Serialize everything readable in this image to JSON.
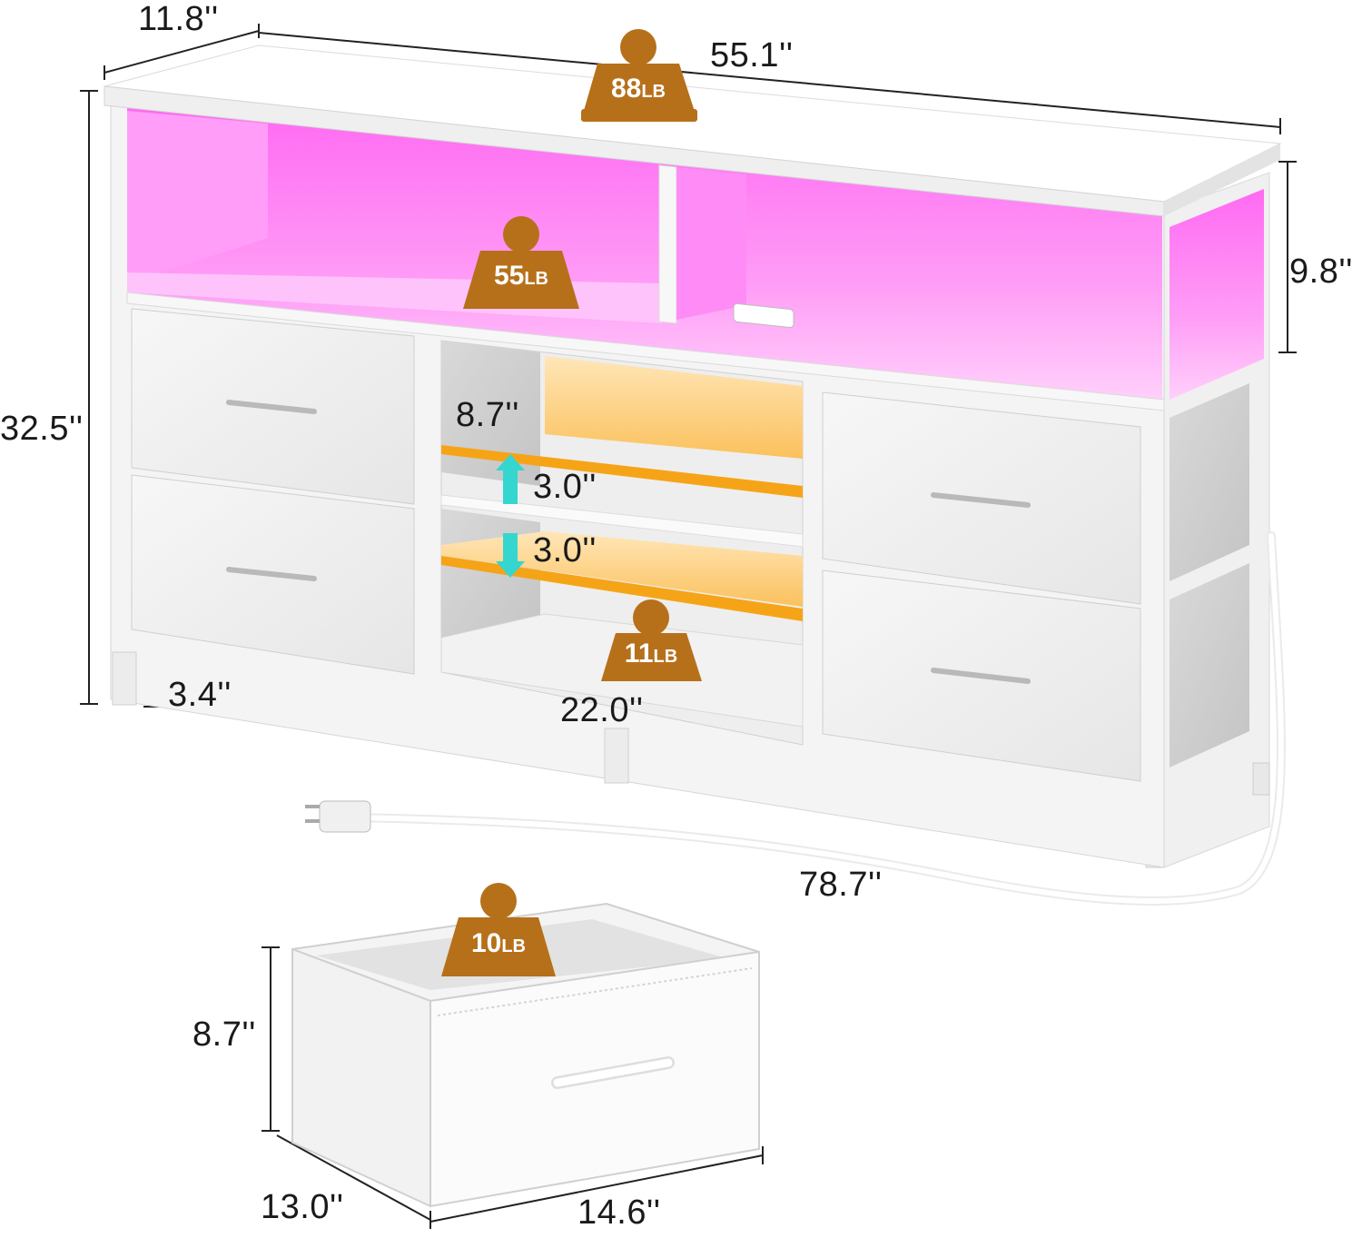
{
  "dimensions": {
    "depth": "11.8''",
    "width": "55.1''",
    "height": "32.5''",
    "top_shelf_height": "9.8''",
    "leg_height": "3.4''",
    "middle_shelf_height": "8.7''",
    "shelf_adjust_up": "3.0''",
    "shelf_adjust_down": "3.0''",
    "middle_section_width": "22.0''",
    "cord_length": "78.7''",
    "drawer_height": "8.7''",
    "drawer_depth": "13.0''",
    "drawer_width": "14.6''"
  },
  "weights": {
    "top_capacity": {
      "value": "88",
      "unit": "LB"
    },
    "open_shelf_capacity": {
      "value": "55",
      "unit": "LB"
    },
    "middle_shelf_capacity": {
      "value": "11",
      "unit": "LB"
    },
    "drawer_capacity": {
      "value": "10",
      "unit": "LB"
    }
  },
  "colors": {
    "weight_badge": "#b7701a",
    "led_glow": "#ff7df5",
    "amber_shelf": "#f7a827",
    "arrow_teal": "#35d6d0",
    "frame_white": "#f4f4f4"
  }
}
